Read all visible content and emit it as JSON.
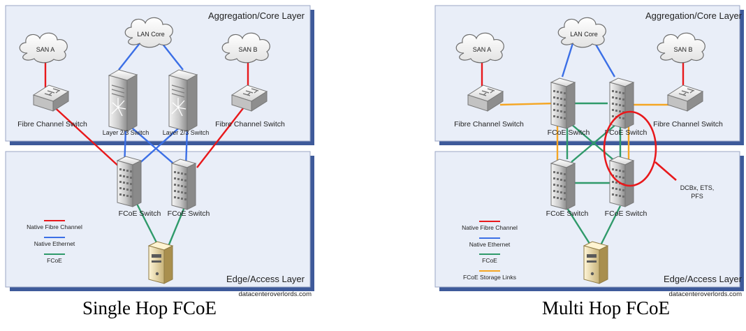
{
  "colors": {
    "native_fc": "#e8181b",
    "native_eth": "#3b6fe6",
    "fcoe": "#2f9a6a",
    "storage": "#f5a623",
    "panel_fill": "#e9eef8",
    "panel_shadow": "#3e5a9a",
    "callout": "#e8181b"
  },
  "icons": [
    "cloud-icon",
    "fc-switch-icon",
    "l23-switch-icon",
    "fcoe-switch-icon",
    "server-icon"
  ],
  "single": {
    "agg_label": "Aggregation/Core Layer",
    "edge_label": "Edge/Access Layer",
    "san_a": "SAN A",
    "san_b": "SAN B",
    "lan_core": "LAN Core",
    "fc_switch_left": "Fibre Channel Switch",
    "fc_switch_right": "Fibre Channel Switch",
    "l23_left": "Layer 2/3 Switch",
    "l23_right": "Layer 2/3 Switch",
    "fcoe_left": "FCoE Switch",
    "fcoe_right": "FCoE Switch",
    "legend": [
      "Native Fibre Channel",
      "Native Ethernet",
      "FCoE"
    ],
    "credit": "datacenteroverlords.com",
    "caption": "Single Hop FCoE"
  },
  "multi": {
    "agg_label": "Aggregation/Core Layer",
    "edge_label": "Edge/Access Layer",
    "san_a": "SAN A",
    "san_b": "SAN B",
    "lan_core": "LAN Core",
    "fc_switch_left": "Fibre Channel Switch",
    "fc_switch_right": "Fibre Channel Switch",
    "fcoe_agg_left": "FCoE Switch",
    "fcoe_agg_right": "FCoE Switch",
    "fcoe_edge_left": "FCoE Switch",
    "fcoe_edge_right": "FCoE Switch",
    "callout_line1": "DCBx, ETS,",
    "callout_line2": "PFS",
    "legend": [
      "Native Fibre Channel",
      "Native Ethernet",
      "FCoE",
      "FCoE Storage Links"
    ],
    "credit": "datacenteroverlords.com",
    "caption": "Multi Hop FCoE"
  }
}
